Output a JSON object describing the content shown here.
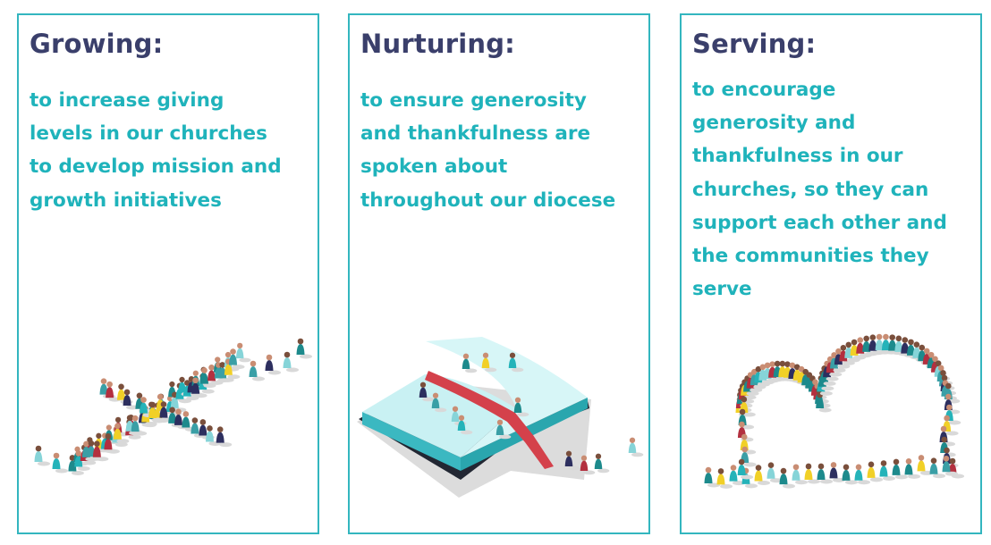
{
  "colors": {
    "border": "#33b6bf",
    "heading": "#3a3f6b",
    "text": "#1fb3bb",
    "people": [
      "#1d8a8c",
      "#25b3b9",
      "#2d2f5f",
      "#b3303f",
      "#f1d027",
      "#86d4d8",
      "#3a9fa6"
    ]
  },
  "panels": [
    {
      "heading": "Growing:",
      "lines": [
        "to increase giving",
        "levels in our churches",
        "to develop mission and",
        "growth initiatives"
      ],
      "illustration": "people-forming-cross-icon"
    },
    {
      "heading": "Nurturing:",
      "lines": [
        "to ensure generosity",
        "and thankfulness are",
        "spoken about",
        "throughout our diocese"
      ],
      "illustration": "people-on-open-bible-icon"
    },
    {
      "heading": "Serving:",
      "lines": [
        "to encourage",
        "generosity and",
        "thankfulness in our",
        "churches, so they can",
        "support each other and",
        "the communities they",
        "serve"
      ],
      "illustration": "people-forming-cloud-icon"
    }
  ]
}
